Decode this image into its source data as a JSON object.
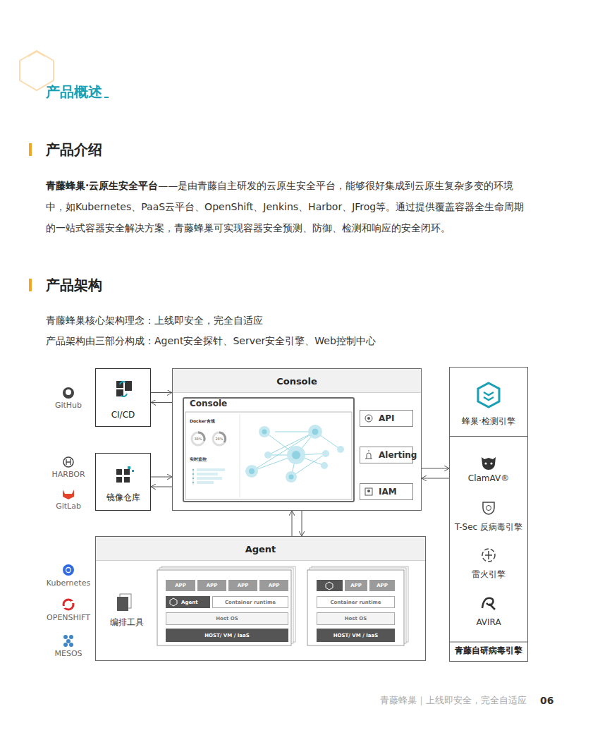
{
  "diagram": {
    "title": "产品概述",
    "nodes": [
      {
        "text": [
          "CI/CD"
        ]
      },
      {
        "text": [
          "Console"
        ]
      },
      {
        "text": [
          "Console"
        ],
        "in": 1
      },
      {
        "text": [
          "API"
        ],
        "in": 1
      },
      {
        "text": [
          "Alerting"
        ],
        "in": 1
      },
      {
        "text": [
          "IAM"
        ],
        "in": 1
      },
      {
        "text": [
          "蜂巢·检测引擎"
        ]
      },
      {
        "text": [
          "青藤自研病毒引擎"
        ]
      },
      {
        "text": [
          "镜像仓库"
        ]
      },
      {
        "text": [
          "Agent"
        ]
      },
      {
        "text": [
          "APP"
        ],
        "in": 9
      },
      {
        "text": [
          "APP"
        ],
        "in": 9
      },
      {
        "text": [
          "APP"
        ],
        "in": 9
      },
      {
        "text": [
          "APP"
        ],
        "in": 9
      },
      {
        "text": [
          "Agent"
        ],
        "in": 9
      },
      {
        "text": [
          "Container runtime"
        ],
        "in": 9
      },
      {
        "text": [
          "Host OS"
        ],
        "in": 9
      },
      {
        "text": [
          "HOST/ VM / IaaS"
        ],
        "in": 9
      },
      {
        "text": [
          "APP"
        ],
        "in": 9
      },
      {
        "text": [
          "APP"
        ],
        "in": 9
      },
      {
        "text": [
          "Container runtime"
        ],
        "in": 9
      },
      {
        "text": [
          "Host OS"
        ],
        "in": 9
      },
      {
        "text": [
          "HOST/ VM / IaaS"
        ],
        "in": 9
      }
    ],
    "edges": [
      {
        "from": 0,
        "to": 1,
        "arrow": "both"
      },
      {
        "from": 8,
        "to": 1,
        "arrow": "both"
      },
      {
        "from": 1,
        "to": 7,
        "arrow": "both"
      },
      {
        "from": 1,
        "to": 9,
        "arrow": "both"
      }
    ],
    "labels": [
      "产品介绍",
      "青藤蜂巢·云原生安全平台",
      "——是由青藤自主研发的云原生安全平台，能够很好集成到云原生复杂多变的环境中，如Kubernetes、PaaS云平台、OpenShift、Jenkins、Harbor、JFrog等。通过提供覆盖容器全生命周期的一站式容器安全解决方案，青藤蜂巢可实现容器安全预测、防御、检测和响应的安全闭环。",
      "产品架构",
      "青藤蜂巢核心架构理念：上线即安全，完全自适应",
      "产品架构由三部分构成：Agent安全探针、Server安全引擎、Web控制中心",
      "GitHub",
      "HARBOR",
      "GitLab",
      "Docker合规",
      "38%",
      "28%",
      "实时监控",
      "Kubernetes",
      "OPENSHIFT",
      "MESOS",
      "编排工具",
      "ClamAV®",
      "T-Sec 反病毒引擎",
      "雷火引擎",
      "AVIRA",
      "青藤蜂巢｜上线即安全，完全自适应",
      "06"
    ]
  }
}
